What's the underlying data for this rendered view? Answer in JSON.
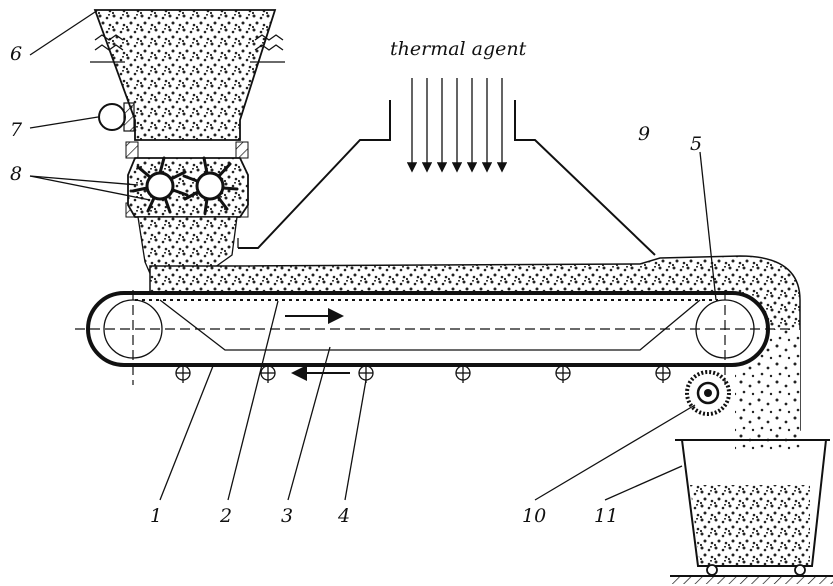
{
  "agent_label": "thermal agent",
  "callouts": {
    "c1": "1",
    "c2": "2",
    "c3": "3",
    "c4": "4",
    "c5": "5",
    "c6": "6",
    "c7": "7",
    "c8": "8",
    "c9": "9",
    "c10": "10",
    "c11": "11"
  }
}
